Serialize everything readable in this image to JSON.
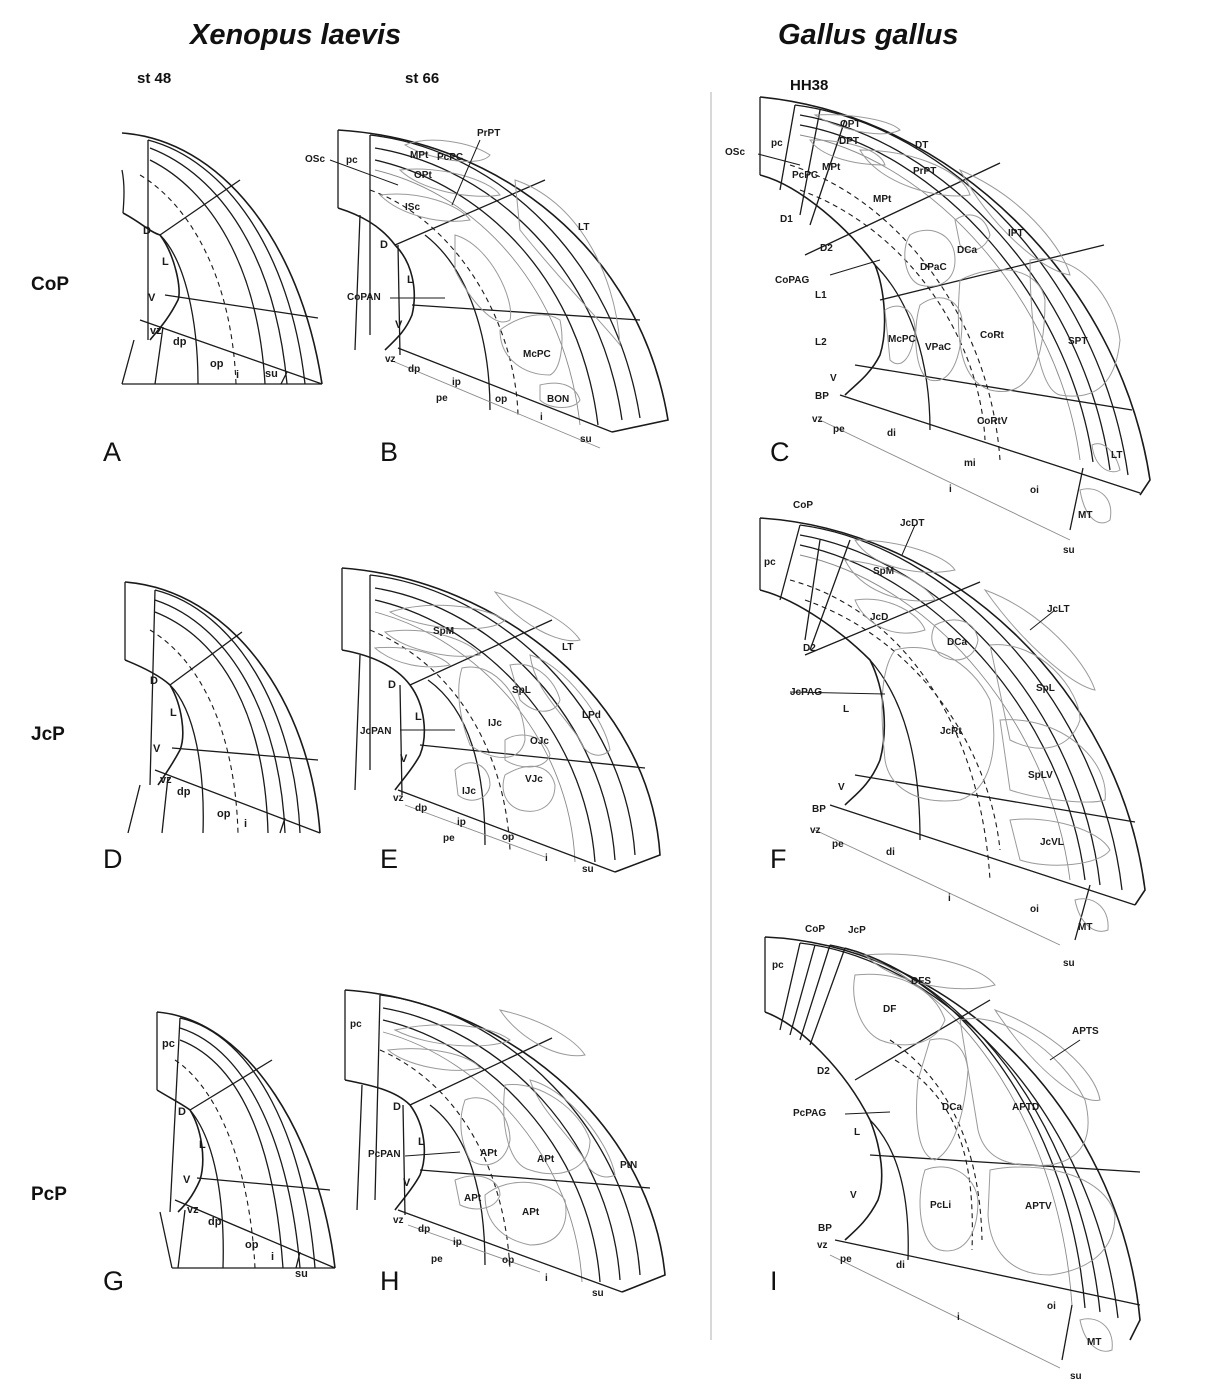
{
  "species": {
    "left": "Xenopus laevis",
    "right": "Gallus gallus"
  },
  "stages": {
    "a": "st 48",
    "b": "st 66",
    "c": "HH38"
  },
  "rows": {
    "r1": "CoP",
    "r2": "JcP",
    "r3": "PcP"
  },
  "panels": {
    "A": "A",
    "B": "B",
    "C": "C",
    "D": "D",
    "E": "E",
    "F": "F",
    "G": "G",
    "H": "H",
    "I": "I"
  },
  "A": {
    "D": "D",
    "L": "L",
    "V": "V",
    "vz": "vz",
    "dp": "dp",
    "op": "op",
    "i": "i",
    "su": "su"
  },
  "B": {
    "PrPT": "PrPT",
    "OSc": "OSc",
    "pc": "pc",
    "MPt": "MPt",
    "PcPC": "PcPC",
    "OPt": "OPt",
    "ISc": "ISc",
    "LT": "LT",
    "D": "D",
    "L": "L",
    "CoPAN": "CoPAN",
    "V": "V",
    "McPC": "McPC",
    "vz": "vz",
    "dp": "dp",
    "ip": "ip",
    "pe": "pe",
    "op": "op",
    "BON": "BON",
    "i": "i",
    "su": "su"
  },
  "C": {
    "OPT": "OPT",
    "DPT": "DPT",
    "OSc": "OSc",
    "pc": "pc",
    "DT": "DT",
    "MPt1": "MPt",
    "PcPC": "PcPC",
    "PrPT": "PrPT",
    "MPt2": "MPt",
    "D1": "D1",
    "IPT": "IPT",
    "D2": "D2",
    "DCa": "DCa",
    "DPaC": "DPaC",
    "CoPAG": "CoPAG",
    "L1": "L1",
    "CoRt": "CoRt",
    "SPT": "SPT",
    "L2": "L2",
    "McPC": "McPC",
    "VPaC": "VPaC",
    "V": "V",
    "BP": "BP",
    "vz": "vz",
    "pe": "pe",
    "di": "di",
    "CoRtV": "CoRtV",
    "mi": "mi",
    "LT": "LT",
    "i": "i",
    "oi": "oi",
    "MT": "MT",
    "su": "su"
  },
  "D": {
    "D": "D",
    "L": "L",
    "V": "V",
    "vz": "vz",
    "dp": "dp",
    "op": "op",
    "i": "i"
  },
  "E": {
    "SpM": "SpM",
    "LT": "LT",
    "D": "D",
    "SpL": "SpL",
    "LPd": "LPd",
    "L": "L",
    "JcPAN": "JcPAN",
    "IJc1": "IJc",
    "OJc": "OJc",
    "V": "V",
    "IJc2": "IJc",
    "VJc": "VJc",
    "vz": "vz",
    "dp": "dp",
    "ip": "ip",
    "pe": "pe",
    "op": "op",
    "i": "i",
    "su": "su"
  },
  "F": {
    "CoP": "CoP",
    "JcDT": "JcDT",
    "pc": "pc",
    "SpM": "SpM",
    "JcLT": "JcLT",
    "JcD": "JcD",
    "D2": "D2",
    "DCa": "DCa",
    "JcPAG": "JcPAG",
    "SpL": "SpL",
    "L": "L",
    "JcRt": "JcRt",
    "SpLV": "SpLV",
    "V": "V",
    "BP": "BP",
    "vz": "vz",
    "JcVL": "JcVL",
    "pe": "pe",
    "di": "di",
    "i": "i",
    "oi": "oi",
    "MT": "MT",
    "su": "su"
  },
  "G": {
    "pc": "pc",
    "D": "D",
    "L": "L",
    "V": "V",
    "vz": "vz",
    "dp": "dp",
    "op": "op",
    "i": "i",
    "su": "su"
  },
  "H": {
    "pc": "pc",
    "D": "D",
    "L": "L",
    "PcPAN": "PcPAN",
    "APt1": "APt",
    "APt2": "APt",
    "PtN": "PtN",
    "V": "V",
    "APt3": "APt",
    "APt4": "APt",
    "vz": "vz",
    "dp": "dp",
    "ip": "ip",
    "pe": "pe",
    "op": "op",
    "i": "i",
    "su": "su"
  },
  "I": {
    "CoP": "CoP",
    "JcP": "JcP",
    "pc": "pc",
    "DFS": "DFS",
    "DF": "DF",
    "APTS": "APTS",
    "D2": "D2",
    "DCa": "DCa",
    "APTD": "APTD",
    "PcPAG": "PcPAG",
    "L": "L",
    "V": "V",
    "PcLi": "PcLi",
    "APTV": "APTV",
    "BP": "BP",
    "vz": "vz",
    "pe": "pe",
    "di": "di",
    "oi": "oi",
    "i": "i",
    "MT": "MT",
    "su": "su"
  }
}
